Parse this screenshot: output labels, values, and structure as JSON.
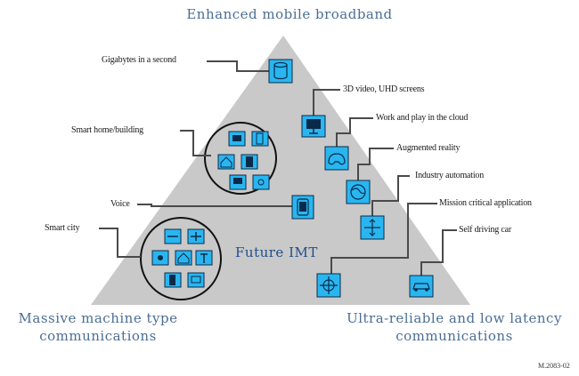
{
  "corners": {
    "top": "Enhanced mobile broadband",
    "bottom_left_line1": "Massive machine type",
    "bottom_left_line2": "communications",
    "bottom_right_line1": "Ultra-reliable and low latency",
    "bottom_right_line2": "communications"
  },
  "center_label": "Future IMT",
  "use_cases": {
    "gigabytes": "Gigabytes in a second",
    "video_3d": "3D video, UHD screens",
    "work_play": "Work and play in the cloud",
    "augmented_reality": "Augmented reality",
    "industry_automation": "Industry automation",
    "mission_critical": "Mission critical application",
    "self_driving": "Self driving car",
    "smart_home": "Smart home/building",
    "voice": "Voice",
    "smart_city": "Smart city"
  },
  "figure_ref": "M.2083-02",
  "icons": {
    "gigabytes": "database-icon",
    "video_3d": "monitor-icon",
    "work_play": "gamepad-icon",
    "augmented_reality": "globe-icon",
    "industry_automation": "arrows-icon",
    "mission_critical": "crosshair-icon",
    "self_driving": "car-icon",
    "voice": "phone-icon"
  },
  "colors": {
    "triangle": "#c9c9c9",
    "icon_fill": "#29b6f0",
    "icon_stroke": "#0a2a4a",
    "connector": "#4a4a4a",
    "corner_text": "#4a6e96"
  }
}
